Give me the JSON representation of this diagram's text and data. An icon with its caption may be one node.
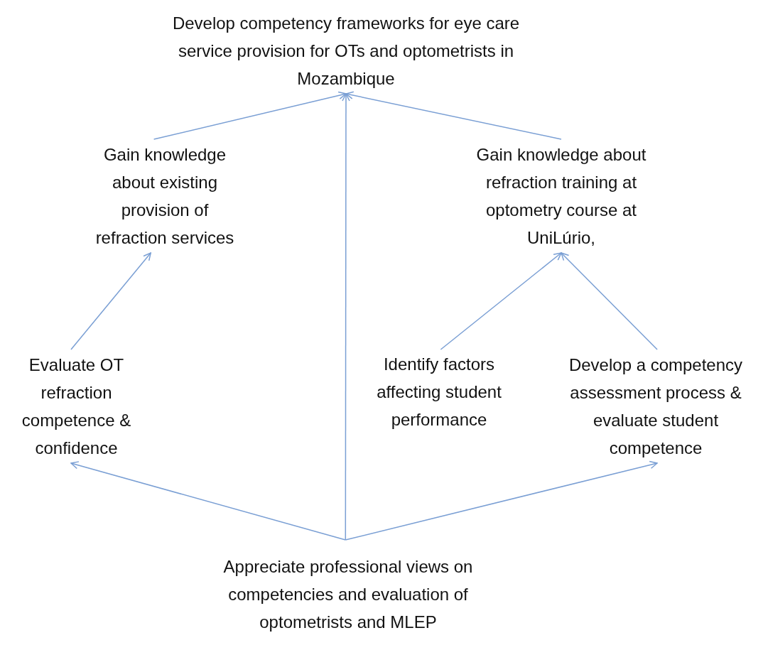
{
  "diagram": {
    "nodes": [
      {
        "text": [
          "Develop competency frameworks for eye care service provision for OTs and optometrists in Mozambique"
        ]
      },
      {
        "text": [
          "Gain knowledge about existing provision of refraction services"
        ]
      },
      {
        "text": [
          "Gain knowledge about refraction training at optometry course at UniLúrio,"
        ]
      },
      {
        "text": [
          "Evaluate OT refraction competence & confidence"
        ]
      },
      {
        "text": [
          "Identify factors affecting student performance"
        ]
      },
      {
        "text": [
          "Develop a competency assessment process & evaluate student competence"
        ]
      },
      {
        "text": [
          "Appreciate professional views on competencies and evaluation of optometrists and MLEP"
        ]
      }
    ],
    "edges": [
      {
        "from": 1,
        "to": 0,
        "arrow": "to"
      },
      {
        "from": 6,
        "to": 0,
        "arrow": "to"
      },
      {
        "from": 2,
        "to": 0,
        "arrow": "to"
      },
      {
        "from": 3,
        "to": 1,
        "arrow": "to"
      },
      {
        "from": 4,
        "to": 2,
        "arrow": "to"
      },
      {
        "from": 5,
        "to": 2,
        "arrow": "to"
      },
      {
        "from": 6,
        "to": 3,
        "arrow": "to"
      },
      {
        "from": 6,
        "to": 5,
        "arrow": "to"
      }
    ]
  }
}
